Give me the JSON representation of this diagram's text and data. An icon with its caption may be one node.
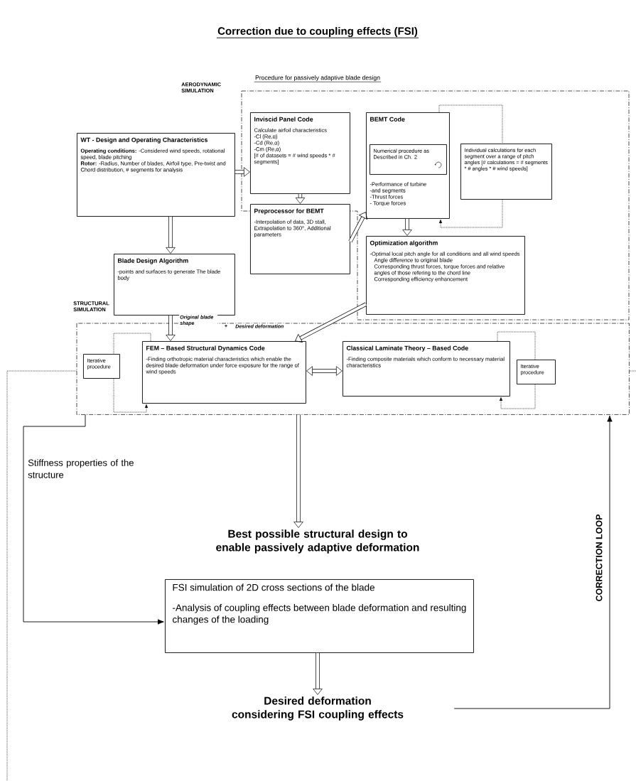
{
  "diagram": {
    "title": "Correction due to coupling effects (FSI)",
    "nodes": [
      {
        "text": [
          "AERODYNAMIC SIMULATION"
        ]
      },
      {
        "text": [
          "WT - Design and Operating Characteristics",
          "**Operating conditions:** -Considered wind speeds, rotational speed, blade pitching",
          "**Rotor:** -Radius, Number of blades, Airfoil type, Pre-twist and Chord distribution, # segments for analysis"
        ]
      },
      {
        "text": [
          "Inviscid Panel Code",
          "Calculate airfoil characteristics",
          "-Cl (Re,α)",
          "-Cd (Re,α)",
          "-Cm (Re,α)",
          "[# of datasets = # wind speeds * # segments]"
        ],
        "in": 0
      },
      {
        "text": [
          "Preprocessor for BEMT",
          "-Interpolation of data, 3D stall, Extrapolation to 360°, Additional parameters"
        ],
        "in": 0
      },
      {
        "text": [
          "BEMT Code",
          "-Performance of turbine",
          "-and segments",
          "-Thrust forces",
          "- Torque forces"
        ],
        "in": 0
      },
      {
        "text": [
          "Numerical procedure as Described in Ch. 2"
        ],
        "in": 4
      },
      {
        "text": [
          "Individual calculations for each segment over a range of pitch angles [# calculations = # segments * # angles * # wind speeds]"
        ],
        "in": 0
      },
      {
        "text": [
          "Blade Design Algorithm",
          "-points and surfaces to generate The blade body"
        ]
      },
      {
        "text": [
          "Optimization algorithm",
          "-Optimal local pitch angle for all conditions and all wind speeds",
          "Angle difference to original blade",
          "Corresponding thrust forces, torque forces and relative angles of those refering to the chord line",
          "Corresponding efficiency enhancement"
        ],
        "in": 0
      },
      {
        "text": [
          "STRUCTURAL SIMULATION"
        ]
      },
      {
        "text": [
          "Iterative procedure"
        ],
        "in": 9
      },
      {
        "text": [
          "FEM – Based Structural Dynamics Code",
          "-Finding orthotropic material characteristics which enable the desired blade deformation under force exposure for the range of wind speeds"
        ],
        "in": 9
      },
      {
        "text": [
          "Classical Laminate Theory – Based Code",
          "-Finding composite materials which conform to necessary material characteristics"
        ],
        "in": 9
      },
      {
        "text": [
          "Iterative procedure"
        ],
        "in": 9
      },
      {
        "text": [
          "Best possible structural design to enable passively adaptive deformation"
        ]
      },
      {
        "text": [
          "FSI simulation of 2D cross sections of the blade",
          "-Analysis of coupling effects between blade deformation and resulting changes of the loading"
        ]
      },
      {
        "text": [
          "Desired deformation considering FSI coupling effects"
        ]
      }
    ],
    "edges": [
      {
        "from": 1,
        "to": 2,
        "arrow": "to",
        "style": "thick"
      },
      {
        "from": 2,
        "to": 3,
        "arrow": "to",
        "style": "thick"
      },
      {
        "from": 3,
        "to": 4,
        "arrow": "to",
        "style": "thick"
      },
      {
        "from": 1,
        "to": 7,
        "arrow": "to",
        "style": "thick"
      },
      {
        "from": 4,
        "to": 8,
        "arrow": "to",
        "style": "thick"
      },
      {
        "from": 4,
        "to": 6,
        "arrow": "none",
        "style": "dashed"
      },
      {
        "from": 6,
        "to": 4,
        "arrow": "to",
        "style": "dashed"
      },
      {
        "from": 7,
        "to": 11,
        "arrow": "to",
        "style": "thick",
        "label": "Original blade shape"
      },
      {
        "from": 8,
        "to": 11,
        "arrow": "to",
        "style": "thick",
        "label": "Desired deformation"
      },
      {
        "from": 11,
        "to": 12,
        "arrow": "both",
        "style": "thick"
      },
      {
        "from": 11,
        "to": 10,
        "arrow": "none",
        "style": "dashed"
      },
      {
        "from": 10,
        "to": 11,
        "arrow": "to",
        "style": "dashed"
      },
      {
        "from": 12,
        "to": 13,
        "arrow": "none",
        "style": "dashed"
      },
      {
        "from": 13,
        "to": 12,
        "arrow": "to",
        "style": "dashed"
      },
      {
        "from": 9,
        "to": 14,
        "arrow": "to",
        "style": "thick"
      },
      {
        "from": 15,
        "to": 16,
        "arrow": "to",
        "style": "thick"
      },
      {
        "from": 9,
        "to": 15,
        "arrow": "to",
        "label": "Stiffness properties of the structure"
      },
      {
        "from": 16,
        "to": 9,
        "arrow": "to",
        "label": "CORRECTION LOOP"
      },
      {
        "from": 9,
        "to": null,
        "arrow": "none",
        "style": "dashed"
      },
      {
        "from": 9,
        "to": null,
        "arrow": "none",
        "style": "dashed"
      }
    ],
    "labels": [
      "Procedure for passively adaptive blade design",
      "+"
    ]
  }
}
